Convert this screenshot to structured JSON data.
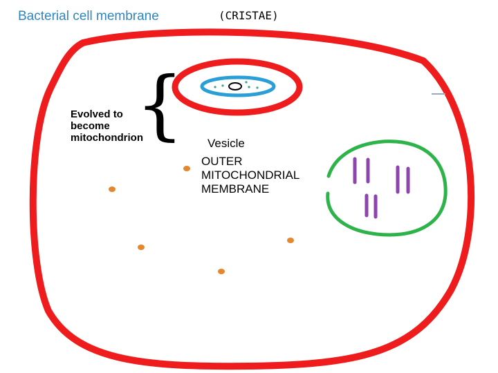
{
  "header": {
    "title": "Bacterial cell membrane",
    "subtitle": "(CRISTAE)"
  },
  "labels": {
    "evolved": [
      "Evolved to",
      "become",
      "mitochondrion"
    ],
    "vesicle": "Vesicle",
    "outer_membrane": [
      "OUTER",
      "MITOCHONDRIAL",
      "MEMBRANE"
    ]
  },
  "colors": {
    "title": "#2e86c1",
    "cell_membrane": "#ee1c1c",
    "vesicle_outer": "#ee1c1c",
    "vesicle_inner": "#2a9fd6",
    "green_body": "#2db34a",
    "rods": "#8e44ad",
    "dots": "#e6872e"
  }
}
